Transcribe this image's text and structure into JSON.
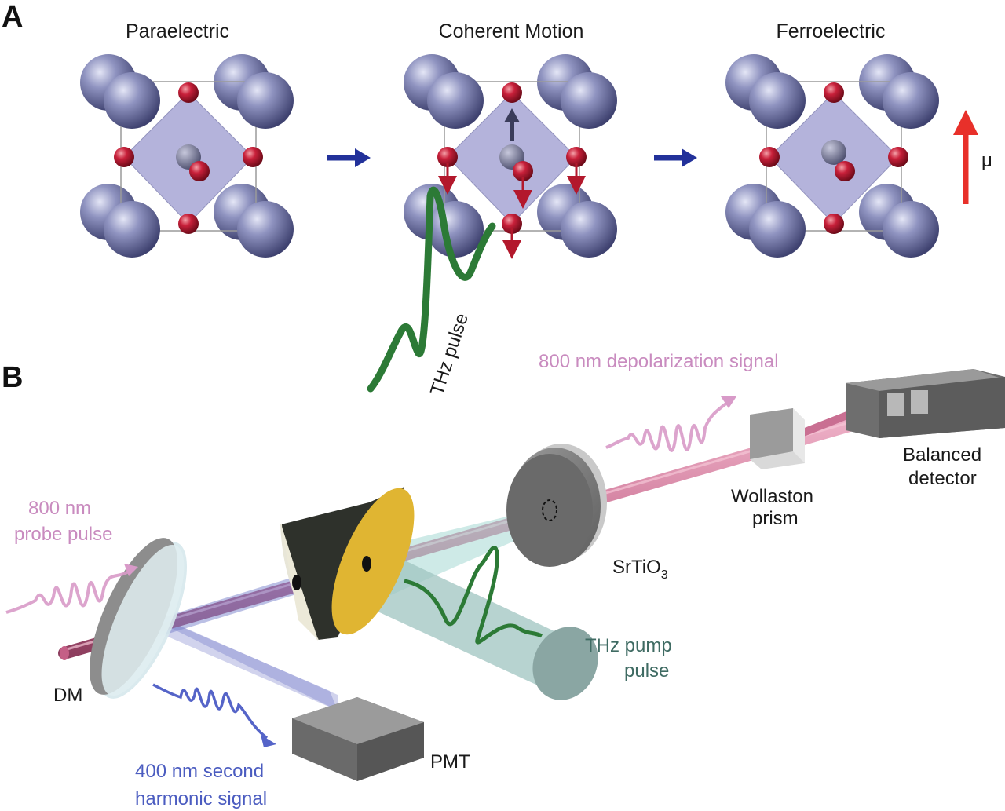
{
  "panel_a": {
    "label": "A",
    "titles": [
      "Paraelectric",
      "Coherent Motion",
      "Ferroelectric"
    ],
    "thz_pulse_label": "THz pulse",
    "polarization_label": "μ"
  },
  "panel_b": {
    "label": "B",
    "depolarization_label": "800 nm depolarization signal",
    "probe_label_line1": "800 nm",
    "probe_label_line2": "probe pulse",
    "dm_label": "DM",
    "shg_label_line1": "400 nm second",
    "shg_label_line2": "harmonic signal",
    "pmt_label": "PMT",
    "thz_pump_line1": "THz pump",
    "thz_pump_line2": "pulse",
    "sample_label": "SrTiO",
    "sample_subscript": "3",
    "wollaston_line1": "Wollaston",
    "wollaston_line2": "prism",
    "detector_line1": "Balanced",
    "detector_line2": "detector"
  },
  "colors": {
    "sr_atom": "#7b7fab",
    "oxygen_atom": "#c01f33",
    "octahedron": "#9b9ad0",
    "process_arrow": "#22319a",
    "polarization_arrow": "#e8302a",
    "thz_wave": "#2c7a36",
    "probe_beam": "#cf7d9a",
    "shg_beam": "#7a82cc",
    "thz_cone": "#a6d8d3",
    "parabolic_mirror_gold": "#e0b532"
  }
}
